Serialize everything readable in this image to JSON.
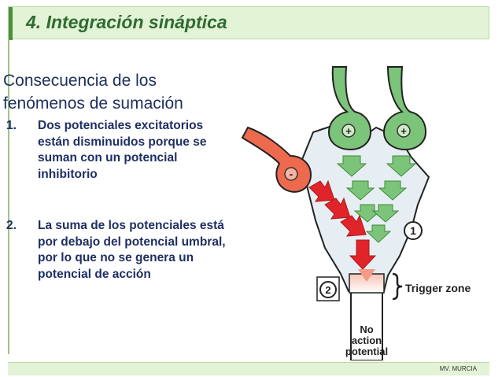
{
  "slide": {
    "title": "4. Integración sináptica",
    "subtitle": "Consecuencia de los fenómenos de sumación",
    "items": [
      {
        "num": "1.",
        "text": "Dos potenciales excitatorios están disminuidos porque se suman con un potencial inhibitorio"
      },
      {
        "num": "2.",
        "text": "La suma de los potenciales está por debajo del potencial umbral, por lo que no se genera un potencial de acción"
      }
    ],
    "footer": "MV. MURCIA"
  },
  "diagram": {
    "excitatory_sign": "+",
    "inhibitory_sign": "-",
    "marker_1": "1",
    "marker_2": "2",
    "trigger_label": "Trigger zone",
    "result_line1": "No",
    "result_line2": "action",
    "result_line3": "potential",
    "colors": {
      "excitatory": "#7cc47a",
      "inhibitory": "#ee6a4f",
      "cell": "#e6eef3",
      "title": "#2f6b32",
      "text": "#1f2f63"
    }
  }
}
